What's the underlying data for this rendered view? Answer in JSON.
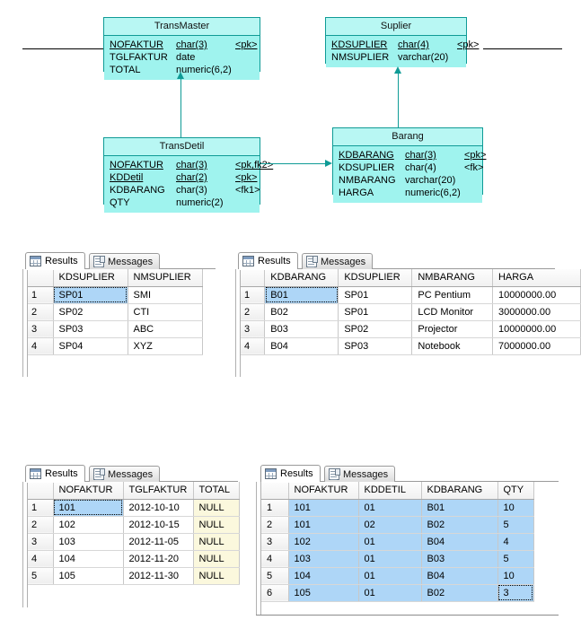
{
  "diagram": {
    "entities": [
      {
        "name": "TransMaster",
        "attributes": [
          {
            "name": "NOFAKTUR",
            "type": "char(3)",
            "key": "<pk>"
          },
          {
            "name": "TGLFAKTUR",
            "type": "date",
            "key": ""
          },
          {
            "name": "TOTAL",
            "type": "numeric(6,2)",
            "key": ""
          }
        ]
      },
      {
        "name": "Suplier",
        "attributes": [
          {
            "name": "KDSUPLIER",
            "type": "char(4)",
            "key": "<pk>"
          },
          {
            "name": "NMSUPLIER",
            "type": "varchar(20)",
            "key": ""
          }
        ]
      },
      {
        "name": "TransDetil",
        "attributes": [
          {
            "name": "NOFAKTUR",
            "type": "char(3)",
            "key": "<pk,fk2>"
          },
          {
            "name": "KDDetil",
            "type": "char(2)",
            "key": "<pk>"
          },
          {
            "name": "KDBARANG",
            "type": "char(3)",
            "key": "<fk1>"
          },
          {
            "name": "QTY",
            "type": "numeric(2)",
            "key": ""
          }
        ]
      },
      {
        "name": "Barang",
        "attributes": [
          {
            "name": "KDBARANG",
            "type": "char(3)",
            "key": "<pk>"
          },
          {
            "name": "KDSUPLIER",
            "type": "char(4)",
            "key": "<fk>"
          },
          {
            "name": "NMBARANG",
            "type": "varchar(20)",
            "key": ""
          },
          {
            "name": "HARGA",
            "type": "numeric(6,2)",
            "key": ""
          }
        ]
      }
    ],
    "accent_color": "#0f9b96",
    "fill_color": "#9ff3ee",
    "title_fill_color": "#b8f7f3"
  },
  "tabs": {
    "results_label": "Results",
    "messages_label": "Messages"
  },
  "grids": {
    "suplier": {
      "columns": [
        "KDSUPLIER",
        "NMSUPLIER"
      ],
      "rows": [
        {
          "n": "1",
          "cells": [
            "SP01",
            "SMI"
          ]
        },
        {
          "n": "2",
          "cells": [
            "SP02",
            "CTI"
          ]
        },
        {
          "n": "3",
          "cells": [
            "SP03",
            "ABC"
          ]
        },
        {
          "n": "4",
          "cells": [
            "SP04",
            "XYZ"
          ]
        }
      ]
    },
    "barang": {
      "columns": [
        "KDBARANG",
        "KDSUPLIER",
        "NMBARANG",
        "HARGA"
      ],
      "rows": [
        {
          "n": "1",
          "cells": [
            "B01",
            "SP01",
            "PC Pentium",
            "10000000.00"
          ]
        },
        {
          "n": "2",
          "cells": [
            "B02",
            "SP01",
            "LCD Monitor",
            "3000000.00"
          ]
        },
        {
          "n": "3",
          "cells": [
            "B03",
            "SP02",
            "Projector",
            "10000000.00"
          ]
        },
        {
          "n": "4",
          "cells": [
            "B04",
            "SP03",
            "Notebook",
            "7000000.00"
          ]
        }
      ]
    },
    "transmaster": {
      "columns": [
        "NOFAKTUR",
        "TGLFAKTUR",
        "TOTAL"
      ],
      "rows": [
        {
          "n": "1",
          "cells": [
            "101",
            "2012-10-10",
            "NULL"
          ]
        },
        {
          "n": "2",
          "cells": [
            "102",
            "2012-10-15",
            "NULL"
          ]
        },
        {
          "n": "3",
          "cells": [
            "103",
            "2012-11-05",
            "NULL"
          ]
        },
        {
          "n": "4",
          "cells": [
            "104",
            "2012-11-20",
            "NULL"
          ]
        },
        {
          "n": "5",
          "cells": [
            "105",
            "2012-11-30",
            "NULL"
          ]
        }
      ]
    },
    "transdetil": {
      "columns": [
        "NOFAKTUR",
        "KDDETIL",
        "KDBARANG",
        "QTY"
      ],
      "rows": [
        {
          "n": "1",
          "cells": [
            "101",
            "01",
            "B01",
            "10"
          ]
        },
        {
          "n": "2",
          "cells": [
            "101",
            "02",
            "B02",
            "5"
          ]
        },
        {
          "n": "3",
          "cells": [
            "102",
            "01",
            "B04",
            "4"
          ]
        },
        {
          "n": "4",
          "cells": [
            "103",
            "01",
            "B03",
            "5"
          ]
        },
        {
          "n": "5",
          "cells": [
            "104",
            "01",
            "B04",
            "10"
          ]
        },
        {
          "n": "6",
          "cells": [
            "105",
            "01",
            "B02",
            "3"
          ]
        }
      ]
    }
  },
  "colors": {
    "selection": "#aed6f7",
    "null_cell": "#fbf8dd",
    "header": "#f1f1f1"
  }
}
